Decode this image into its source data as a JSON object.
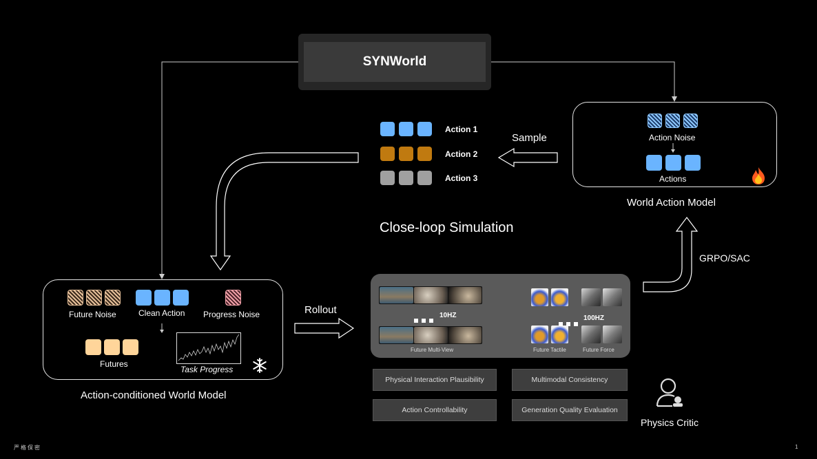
{
  "header": {
    "title": "SYNWorld"
  },
  "sample_label": "Sample",
  "actions": [
    {
      "label": "Action 1",
      "color": "#6ab4ff"
    },
    {
      "label": "Action 2",
      "color": "#c07a10"
    },
    {
      "label": "Action 3",
      "color": "#a0a0a0"
    }
  ],
  "closeloop_label": "Close-loop Simulation",
  "world_action_model": {
    "noise_label": "Action Noise",
    "actions_label": "Actions",
    "caption": "World Action Model",
    "fire_icon": "fire-icon"
  },
  "grpo_label": "GRPO/SAC",
  "world_model": {
    "future_noise": "Future Noise",
    "clean_action": "Clean Action",
    "progress_noise": "Progress Noise",
    "futures": "Futures",
    "task_progress": "Task Progress",
    "caption": "Action-conditioned World Model",
    "freeze_icon": "snowflake-icon"
  },
  "rollout_label": "Rollout",
  "rollout_panel": {
    "freq_left": "10HZ",
    "freq_right": "100HZ",
    "multiview_label": "Future Multi-View",
    "tactile_label": "Future Tactile",
    "force_label": "Future Force"
  },
  "criteria": [
    "Physical Interaction Plausibility",
    "Multimodal Consistency",
    "Action Controllability",
    "Generation Quality Evaluation"
  ],
  "critic": {
    "label": "Physics Critic",
    "icon": "person-icon"
  },
  "footer": {
    "left": "严格保密",
    "page": "1"
  }
}
